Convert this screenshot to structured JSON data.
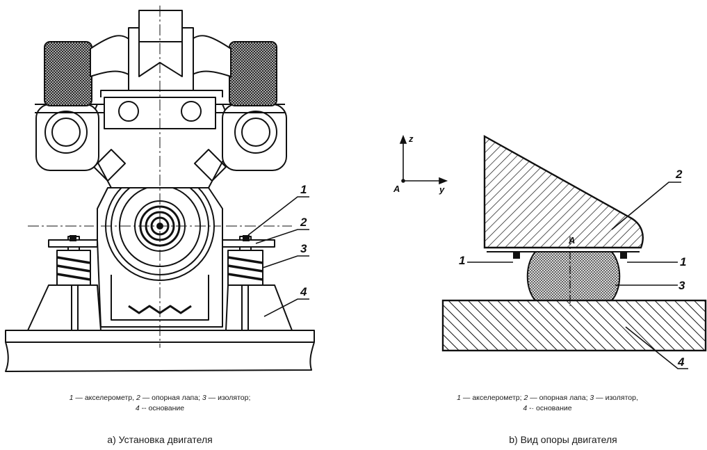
{
  "panel_a": {
    "labels": [
      "1",
      "2",
      "3",
      "4"
    ],
    "legend_line1": {
      "n1": "1",
      "t1": " — акселерометр, ",
      "n2": "2",
      "t2": " — опорная лапа; ",
      "n3": "3",
      "t3": " — изолятор;"
    },
    "legend_line2": {
      "n4": "4",
      "t4": " -- основание"
    },
    "title": "а) Установка двигателя"
  },
  "panel_b": {
    "labels": [
      "1",
      "1",
      "2",
      "3",
      "4"
    ],
    "axis": {
      "z": "z",
      "y": "y",
      "origin": "A",
      "point": "A"
    },
    "legend_line1": {
      "n1": "1",
      "t1": " — акселерометр; ",
      "n2": "2",
      "t2": " — опорная лапа; ",
      "n3": "3",
      "t3": " — изолятор,"
    },
    "legend_line2": {
      "n4": "4",
      "t4": " -· основание"
    },
    "title": "b) Вид опоры двигателя"
  }
}
